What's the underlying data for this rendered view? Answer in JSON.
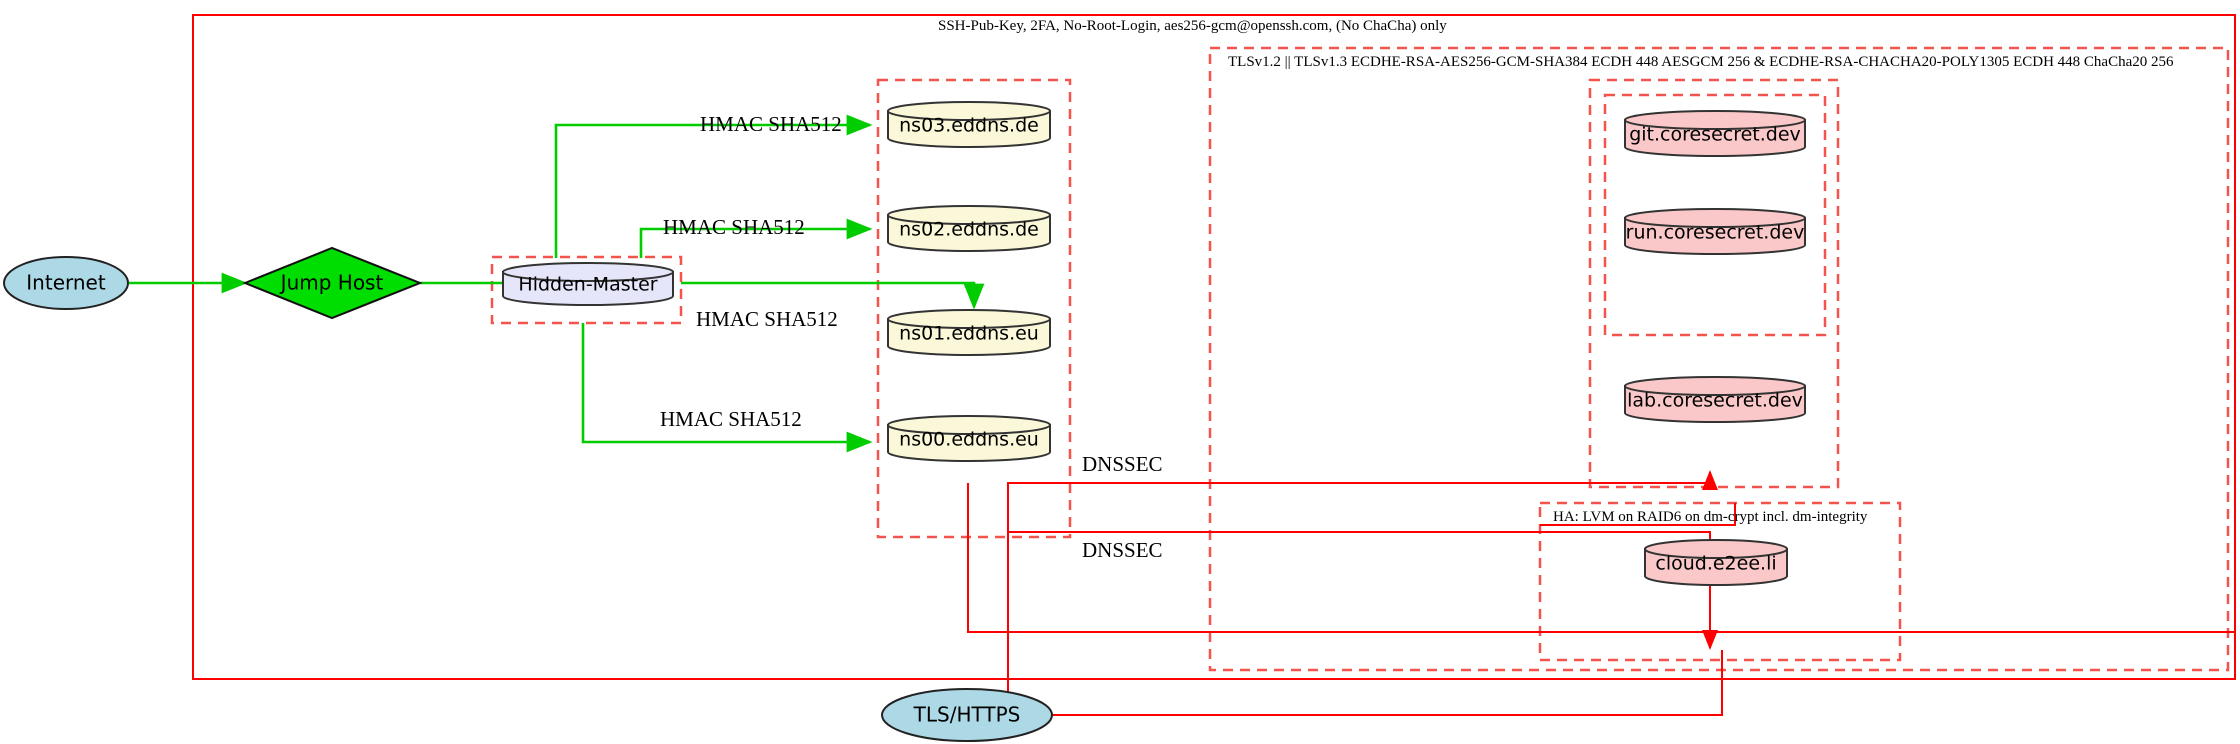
{
  "diagram": {
    "title_labels": {
      "outer_ssh": "SSH-Pub-Key, 2FA, No-Root-Login, aes256-gcm@openssh.com, (No ChaCha) only",
      "tls_cluster": "TLSv1.2 || TLSv1.3 ECDHE-RSA-AES256-GCM-SHA384 ECDH 448 AESGCM 256 & ECDHE-RSA-CHACHA20-POLY1305 ECDH 448 ChaCha20 256",
      "ha_storage": "HA: LVM on RAID6 on dm-crypt incl. dm-integrity"
    },
    "nodes": {
      "internet": "Internet",
      "jump_host": "Jump Host",
      "hidden_master": "Hidden-Master",
      "tls_https": "TLS/HTTPS",
      "ns03": "ns03.eddns.de",
      "ns02": "ns02.eddns.de",
      "ns01": "ns01.eddns.eu",
      "ns00": "ns00.eddns.eu",
      "git": "git.coresecret.dev",
      "run": "run.coresecret.dev",
      "lab": "lab.coresecret.dev",
      "cloud": "cloud.e2ee.li"
    },
    "edge_labels": {
      "hmac_ns03": "HMAC SHA512",
      "hmac_ns02": "HMAC SHA512",
      "hmac_ns01": "HMAC SHA512",
      "hmac_ns00": "HMAC SHA512",
      "dnssec_upper": "DNSSEC",
      "dnssec_lower": "DNSSEC"
    },
    "colors": {
      "boundary_red": "#ff0000",
      "dashed_red": "#f4534e",
      "edge_green": "#00cc00",
      "ellipse_fill": "#add8e6",
      "diamond_fill": "#00dd00",
      "master_fill": "#e6e6fa",
      "dns_fill": "#faf8d8",
      "service_fill": "#fac8c8",
      "stroke_dark": "#333333"
    }
  }
}
